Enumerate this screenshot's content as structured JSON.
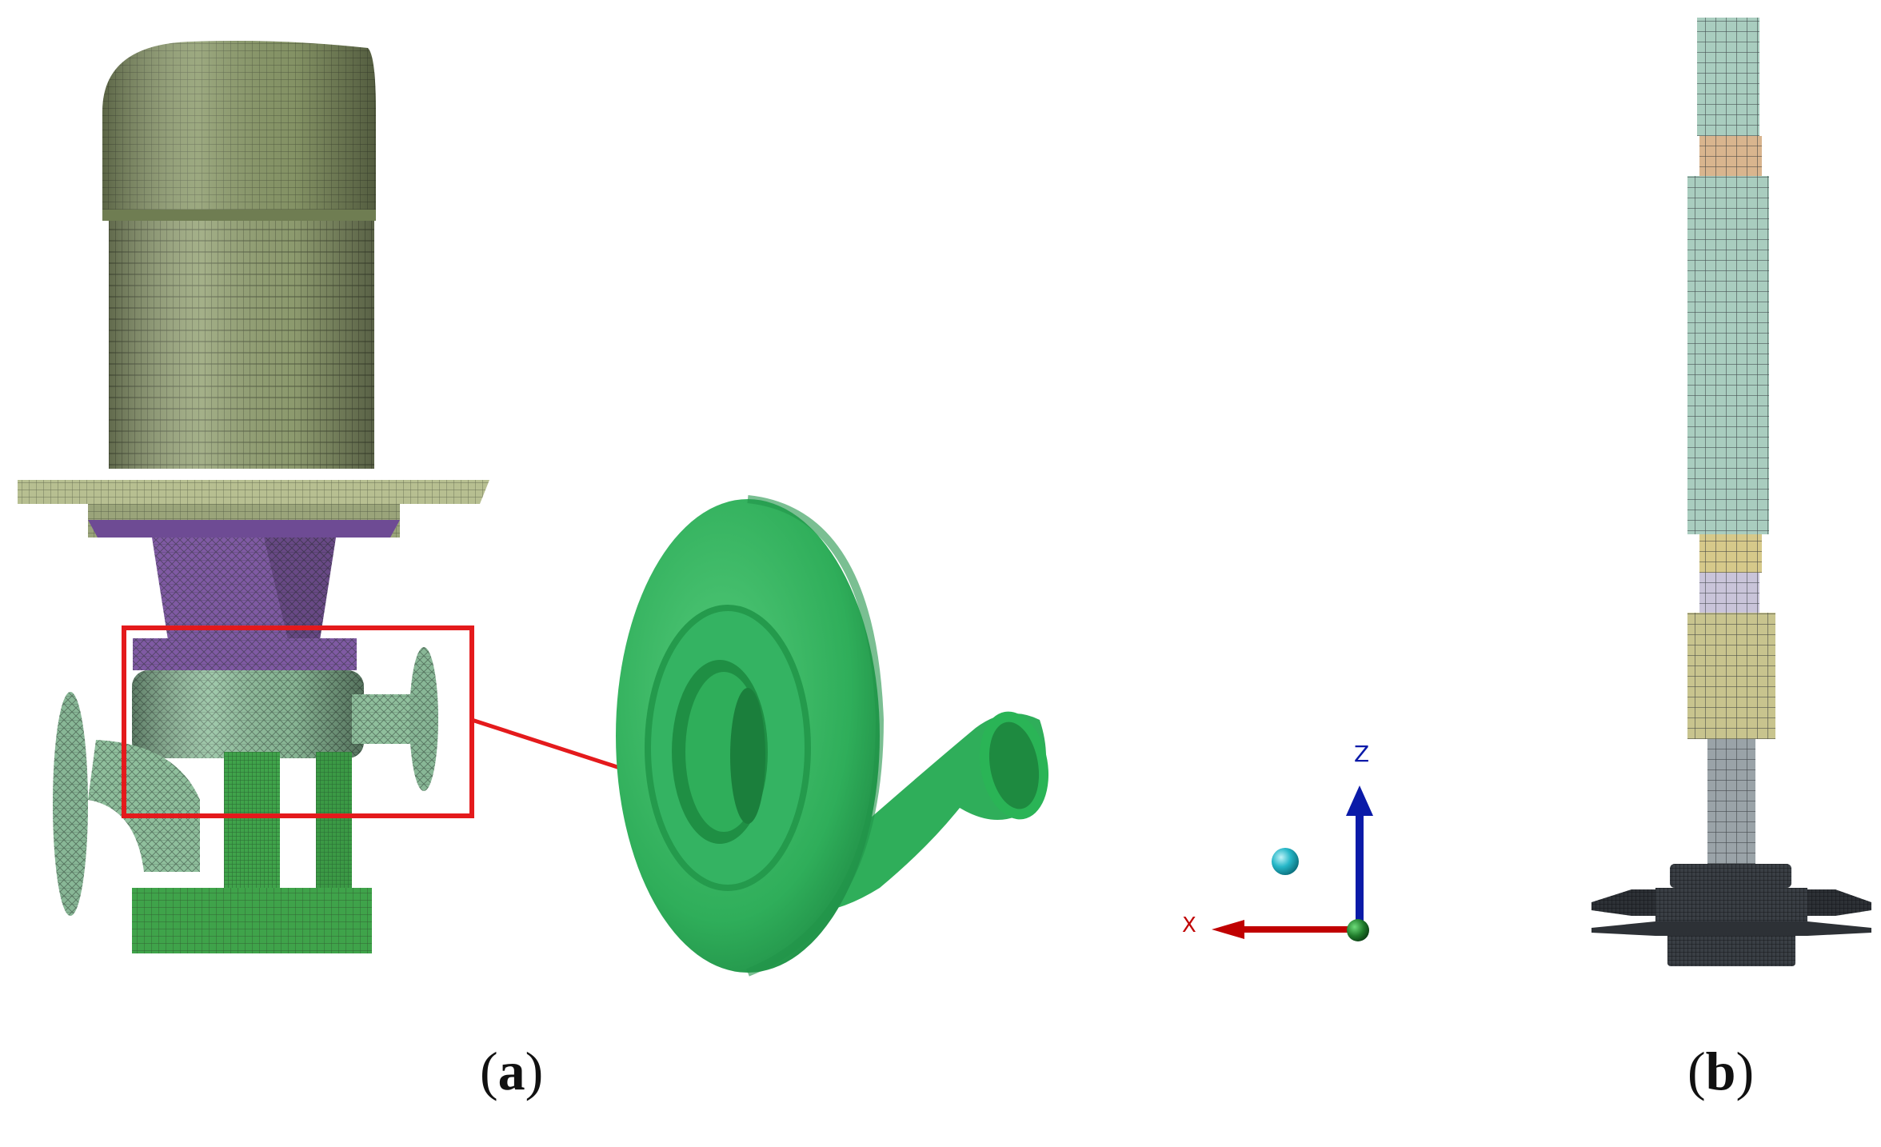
{
  "panels": [
    {
      "id": "a",
      "open": "(",
      "label": "a",
      "close": ")"
    },
    {
      "id": "b",
      "open": "(",
      "label": "b",
      "close": ")"
    }
  ],
  "triad": {
    "x_label": "X",
    "z_label": "Z"
  },
  "colors": {
    "motor": "#8b9a6a",
    "motor_light": "#a9b588",
    "flange_plate": "#b7bf91",
    "bracket": "#7f5aa3",
    "casing_mesh": "#8fbf9c",
    "base_green": "#3fa34a",
    "volute": "#2fae5a",
    "callout": "#e41a1c",
    "axis_x": "#c00000",
    "axis_z": "#0a1aa8",
    "origin": "#1f7a2a",
    "point": "#26b7c8",
    "shaft_teal": "#a9cdbf",
    "shaft_tan": "#d9b58e",
    "shaft_yellow": "#d6c98a",
    "shaft_lilac": "#c9c4d9",
    "shaft_khaki": "#c8c48e",
    "shaft_gray": "#9aa3a8",
    "impeller": "#3a3f45"
  }
}
